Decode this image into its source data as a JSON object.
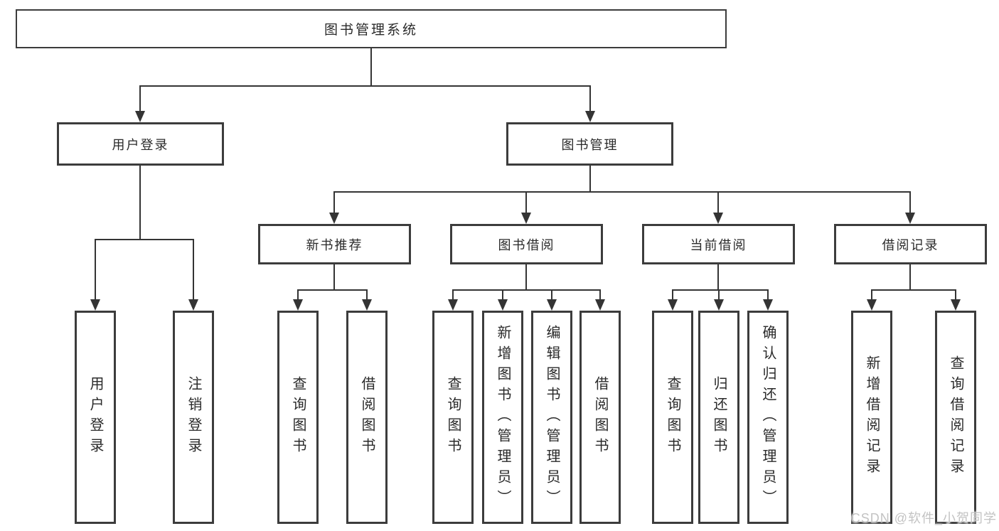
{
  "diagram": {
    "root": {
      "label": "图书管理系统"
    },
    "level2": [
      {
        "label": "用户登录",
        "children": [
          "用户登录",
          "注销登录"
        ]
      },
      {
        "label": "图书管理"
      }
    ],
    "level3": [
      {
        "label": "新书推荐",
        "children": [
          "查询图书",
          "借阅图书"
        ]
      },
      {
        "label": "图书借阅",
        "children": [
          "查询图书",
          "新增图书（管理员）",
          "编辑图书（管理员）",
          "借阅图书"
        ]
      },
      {
        "label": "当前借阅",
        "children": [
          "查询图书",
          "归还图书",
          "确认归还（管理员）"
        ]
      },
      {
        "label": "借阅记录",
        "children": [
          "新增借阅记录",
          "查询借阅记录"
        ]
      }
    ]
  },
  "watermark": {
    "text": "CSDN @软件_小贺同学",
    "color": "#c3c3c3"
  },
  "colors": {
    "background": "#ffffff",
    "box_border": "#3c3c3c",
    "connector_line": "#343434",
    "text": "#2a2a2a"
  }
}
